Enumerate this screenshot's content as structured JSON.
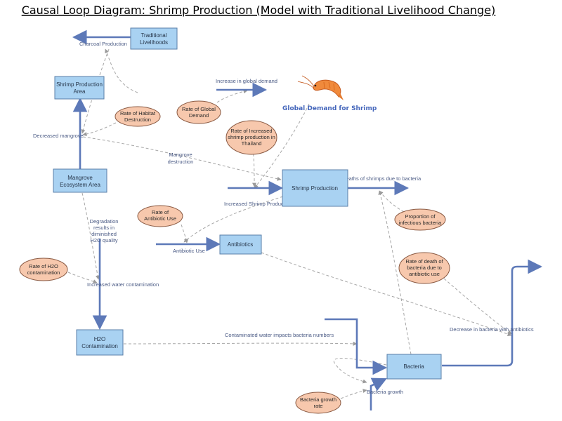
{
  "title": "Causal Loop Diagram: Shrimp Production (Model with Traditional Livelihood Change)",
  "stocks": {
    "traditional_livelihoods": [
      "Traditional",
      "Livelihoods"
    ],
    "shrimp_production_area": [
      "Shrimp Production",
      "Area"
    ],
    "mangrove_ecosystem_area": [
      "Mangrove",
      "Ecosystem Area"
    ],
    "shrimp_production": [
      "Shrimp Production"
    ],
    "antibiotics": [
      "Antibiotics"
    ],
    "h2o_contamination": [
      "H2O",
      "Contamination"
    ],
    "bacteria": [
      "Bacteria"
    ]
  },
  "auxiliaries": {
    "rate_habitat_destruction": [
      "Rate of Habitat",
      "Destruction"
    ],
    "rate_global_demand": [
      "Rate of Global",
      "Demand"
    ],
    "rate_increased_shrimp_production": [
      "Rate of Increased",
      "shrimp production in",
      "Thailand"
    ],
    "rate_antibiotic_use": [
      "Rate of",
      "Antibiotic Use"
    ],
    "proportion_infectious_bacteria": [
      "Proportion of",
      "infectious bacteria"
    ],
    "rate_h2o_contamination": [
      "Rate of H2O",
      "contamination"
    ],
    "rate_death_bacteria": [
      "Rate of death of",
      "bacteria due to",
      "antibiotic use"
    ],
    "bacteria_growth_rate": [
      "Bacteria growth",
      "rate"
    ]
  },
  "flows": {
    "charcoal_production": "Charcoal Production",
    "decreased_mangrove": "Decreased mangrove",
    "increase_global_demand": "Increase in global demand",
    "increased_shrimp_production": "Increased Shrimp Production",
    "deaths_of_shrimps": "Deaths of shrimps due to bacteria",
    "antibiotic_use": "Antibiotic Use",
    "increased_water_contamination": "Increased water contamination",
    "contaminated_water_impacts": "Contaminated water impacts bacteria numbers",
    "decrease_bacteria_antibiotics": "Decrease in bacteria with antibiotics",
    "bacteria_growth": "Bacteria growth"
  },
  "notes": {
    "mangrove_destruction": [
      "Mangrove",
      "destruction"
    ],
    "degradation": [
      "Degradation",
      "results in",
      "diminished",
      "H2O quality"
    ]
  },
  "global_demand_label": "Global Demand for Shrimp",
  "colors": {
    "stock_fill": "#a9d2f2",
    "aux_fill": "#f7c8ad",
    "flow": "#5d79b8",
    "link": "#a6a6a6",
    "shrimp": "#f08a3c"
  }
}
